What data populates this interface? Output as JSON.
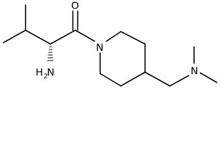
{
  "molecule": {
    "atoms": {
      "carbonyl_oxygen": {
        "symbol": "O"
      },
      "amine_nitrogen": {
        "symbol": "N",
        "label": "H",
        "subscript": "2"
      },
      "piperidine_nitrogen": {
        "symbol": "N"
      },
      "dimethylamino_nitrogen": {
        "symbol": "N"
      }
    }
  }
}
